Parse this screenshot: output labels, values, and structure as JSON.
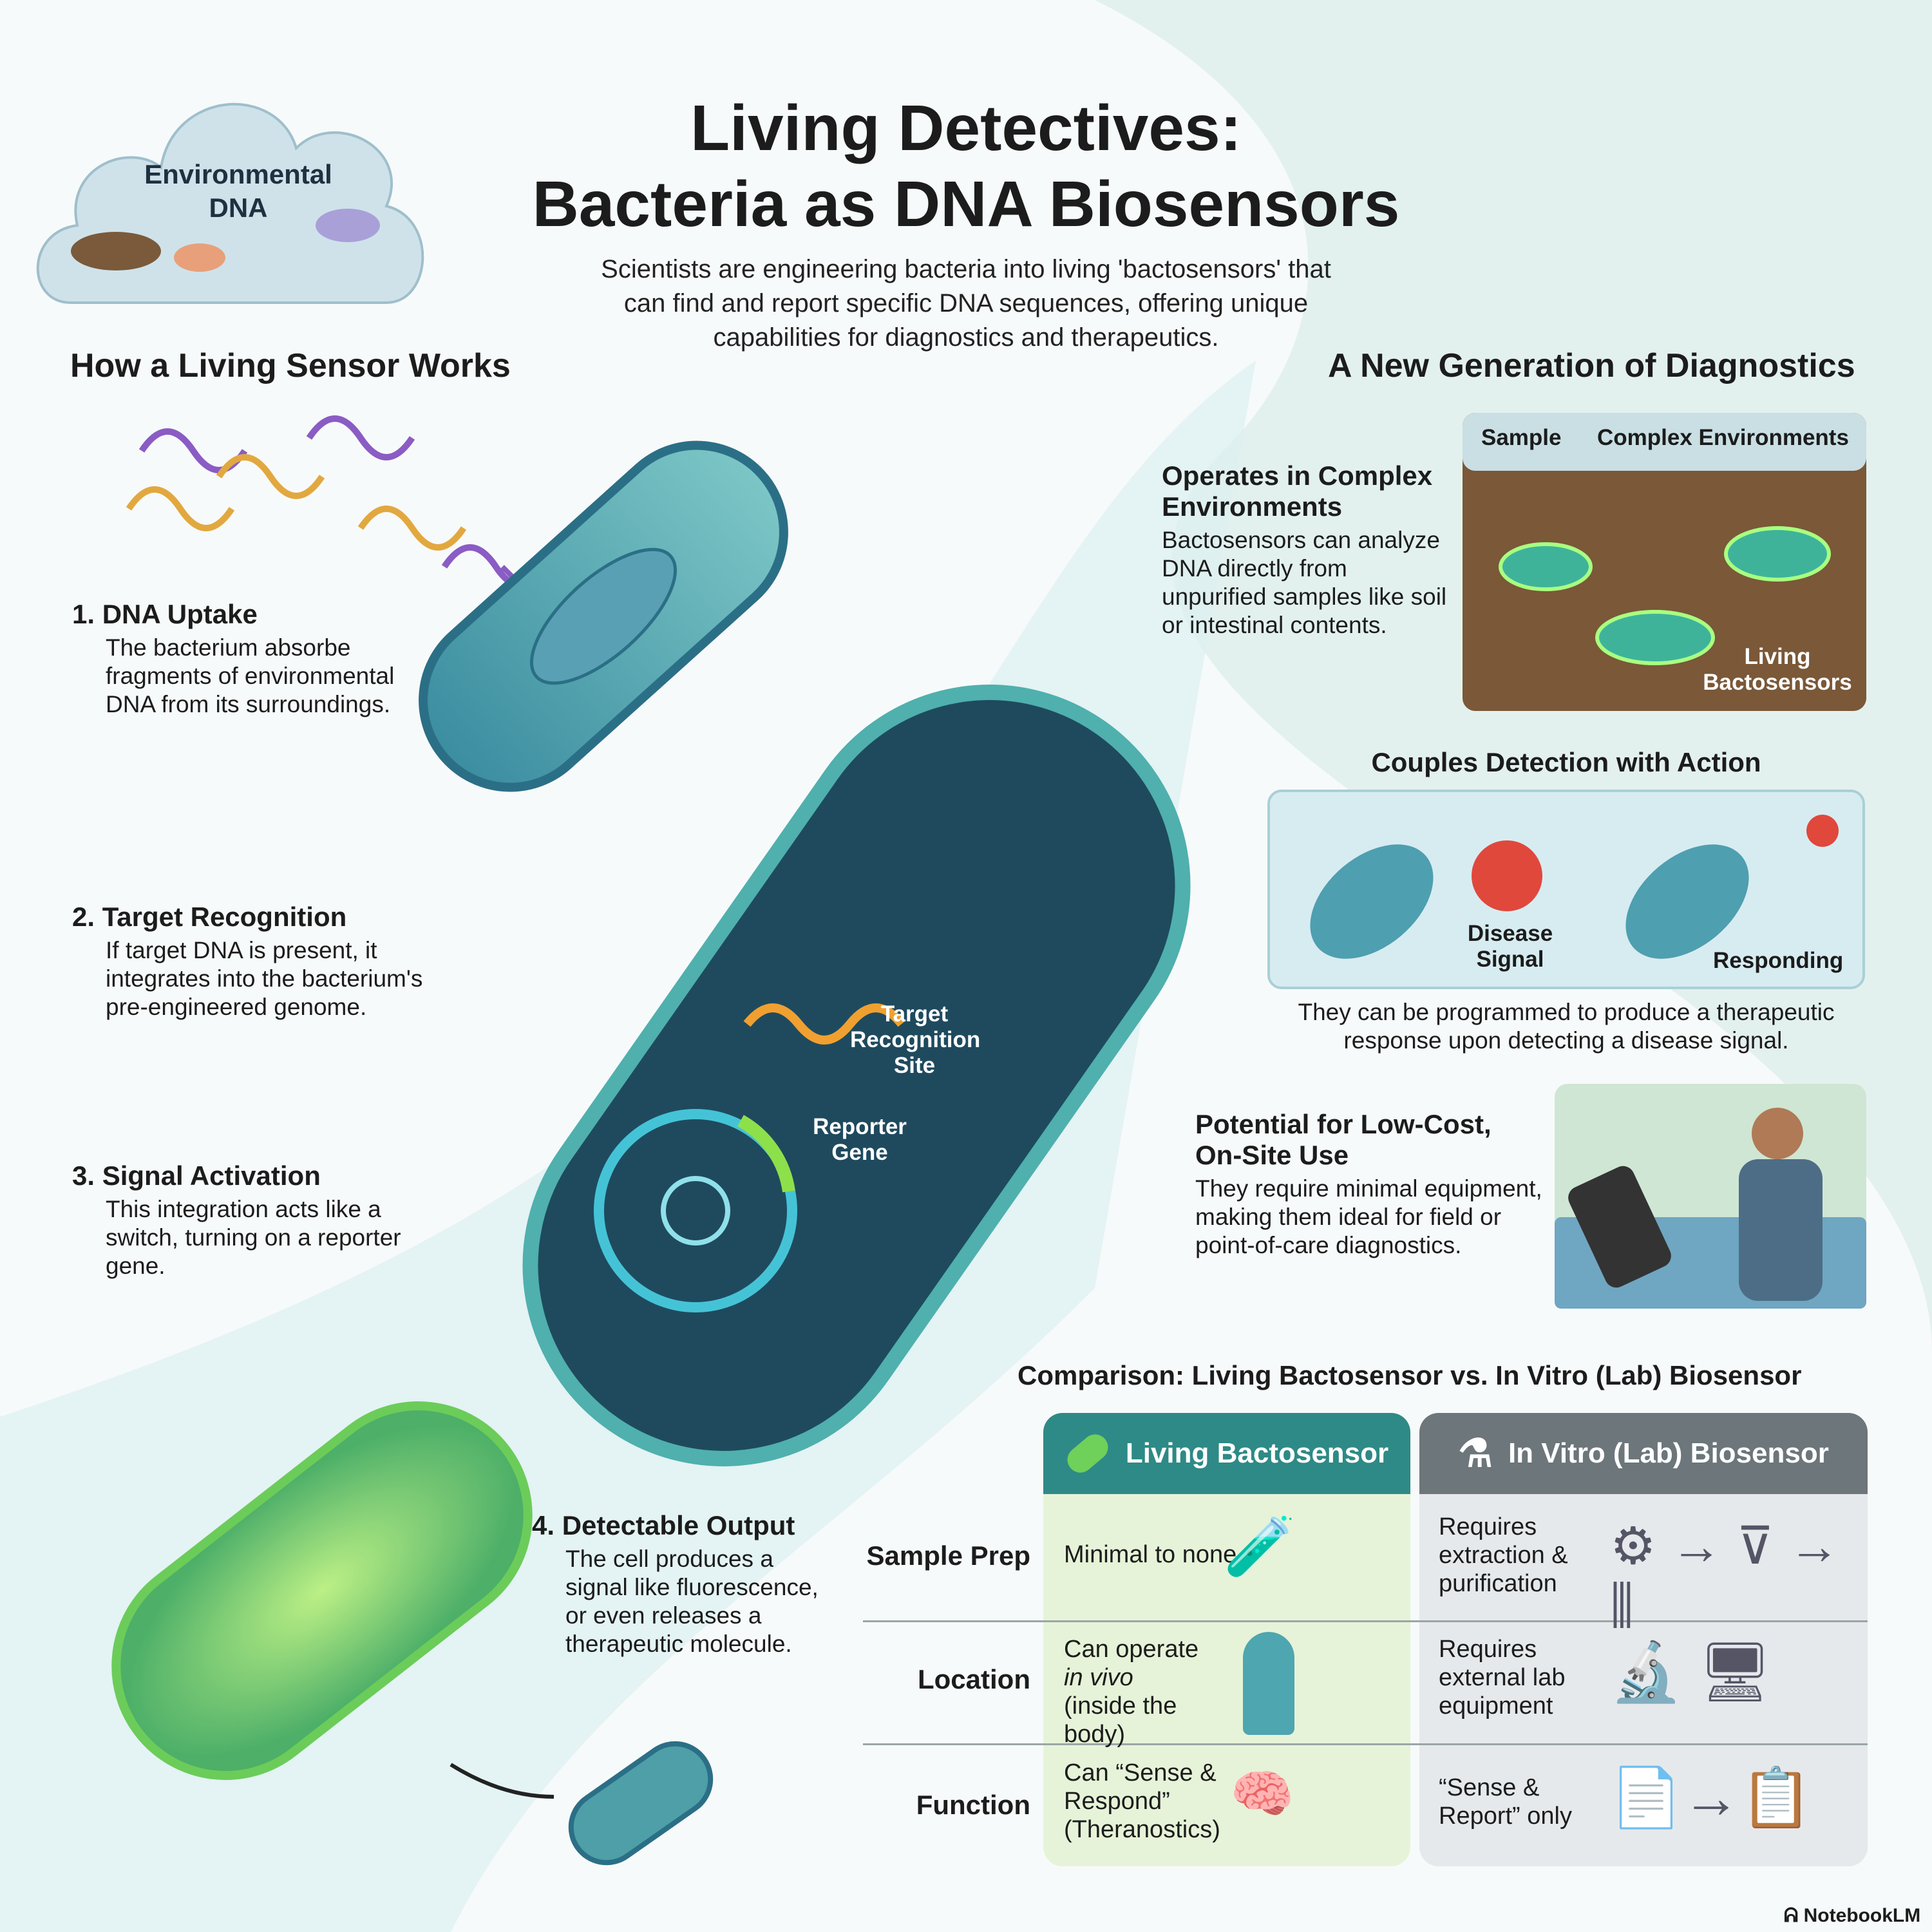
{
  "title": {
    "line1": "Living Detectives:",
    "line2": "Bacteria as DNA Biosensors"
  },
  "subtitle": [
    "Scientists are engineering bacteria into living 'bactosensors' that",
    "can find and report specific DNA sequences, offering unique",
    "capabilities for diagnostics and therapeutics."
  ],
  "cloud": {
    "label_line1": "Environmental",
    "label_line2": "DNA"
  },
  "left": {
    "heading": "How a Living Sensor Works",
    "steps": [
      {
        "title": "1. DNA Uptake",
        "body": "The bacterium absorbe fragments of environmental DNA from its surroundings."
      },
      {
        "title": "2. Target Recognition",
        "body": "If target DNA is present, it integrates into the bacterium's pre-engineered genome."
      },
      {
        "title": "3. Signal Activation",
        "body": "This integration acts like a switch, turning on a reporter gene."
      },
      {
        "title": "4. Detectable Output",
        "body": "The cell produces a signal like fluorescence, or even releases a therapeutic molecule."
      }
    ]
  },
  "diagram_labels": {
    "target_site": "Target Recognition Site",
    "reporter": "Reporter Gene"
  },
  "right": {
    "heading": "A New Generation of Diagnostics",
    "complex": {
      "title": "Operates in Complex Environments",
      "body": "Bactosensors can analyze DNA directly from unpurified samples like soil or intestinal contents.",
      "img_labels": {
        "sample": "Sample",
        "env": "Complex Environments",
        "living": "Living Bactosensors"
      }
    },
    "couples": {
      "title": "Couples Detection with Action",
      "disease": "Disease Signal",
      "responding": "Responding",
      "caption": "They can be programmed to produce a therapeutic response upon detecting a disease signal."
    },
    "lowcost": {
      "title": "Potential for Low-Cost, On-Site Use",
      "body": "They require minimal equipment, making them ideal for field or point-of-care diagnostics."
    }
  },
  "comparison": {
    "title": "Comparison: Living Bactosensor vs. In Vitro (Lab) Biosensor",
    "col_living": "Living Bactosensor",
    "col_vitro": "In Vitro (Lab) Biosensor",
    "rows": [
      {
        "label": "Sample Prep",
        "living": "Minimal to none",
        "vitro": "Requires extraction & purification"
      },
      {
        "label": "Location",
        "living_em": "in vivo",
        "living_pre": "Can operate ",
        "living_post": " (inside the body)",
        "vitro": "Requires external lab equipment"
      },
      {
        "label": "Function",
        "living": "Can “Sense & Respond” (Theranostics)",
        "vitro": "“Sense & Report” only"
      }
    ]
  },
  "colors": {
    "teal": "#2e8a86",
    "gray": "#6c767b",
    "greenCell": "#e6f3d8",
    "grayCell": "#e6e9ec"
  },
  "footer": {
    "brand": "NotebookLM"
  }
}
